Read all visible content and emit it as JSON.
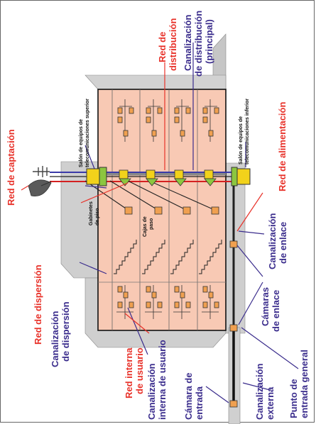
{
  "colors": {
    "red_label": "#e8322a",
    "blue_label": "#3a2c8c",
    "building_fill": "#f8c9b4",
    "structure_gray": "#c8c8c8",
    "cable_red": "#d42020",
    "cable_blue": "#3a3aa8",
    "box_orange": "#f0a050",
    "box_green": "#8cc63f",
    "box_yellow": "#f2d21b"
  },
  "labels": {
    "red_captacion": "Red de captación",
    "red_distribucion_1": "Red de",
    "red_distribucion_2": "distribución",
    "canal_distribucion_1": "Canalización",
    "canal_distribucion_2": "de distribución",
    "canal_distribucion_3": "(principal)",
    "red_alimentacion": "Red de alimentación",
    "canal_enlace_1": "Canalización",
    "canal_enlace_2": "de enlace",
    "camaras_enlace_1": "Cámaras",
    "camaras_enlace_2": "de enlace",
    "punto_entrada_1": "Punto de",
    "punto_entrada_2": "entrada general",
    "canal_externa_1": "Canalización",
    "canal_externa_2": "externa",
    "camara_entrada_1": "Cámara de",
    "camara_entrada_2": "entrada",
    "canal_interna_1": "Canalización",
    "canal_interna_2": "interna de usuario",
    "red_interna_1": "Red interna",
    "red_interna_2": "de usuario",
    "canal_dispersion_1": "Canalización",
    "canal_dispersion_2": "de dispersión",
    "red_dispersion": "Red de dispersión",
    "salon_superior_1": "Salón de equipos de",
    "salon_superior_2": "telecomunicaciones superior",
    "salon_inferior_1": "Salón de equipos de",
    "salon_inferior_2": "telecomunicaciones inferior",
    "gabinetes_1": "Gabinetes",
    "gabinetes_2": "de piso",
    "cajas_1": "Cajas de",
    "cajas_2": "paso"
  },
  "icons": [
    "antenna-icon",
    "satellite-dish-icon"
  ]
}
